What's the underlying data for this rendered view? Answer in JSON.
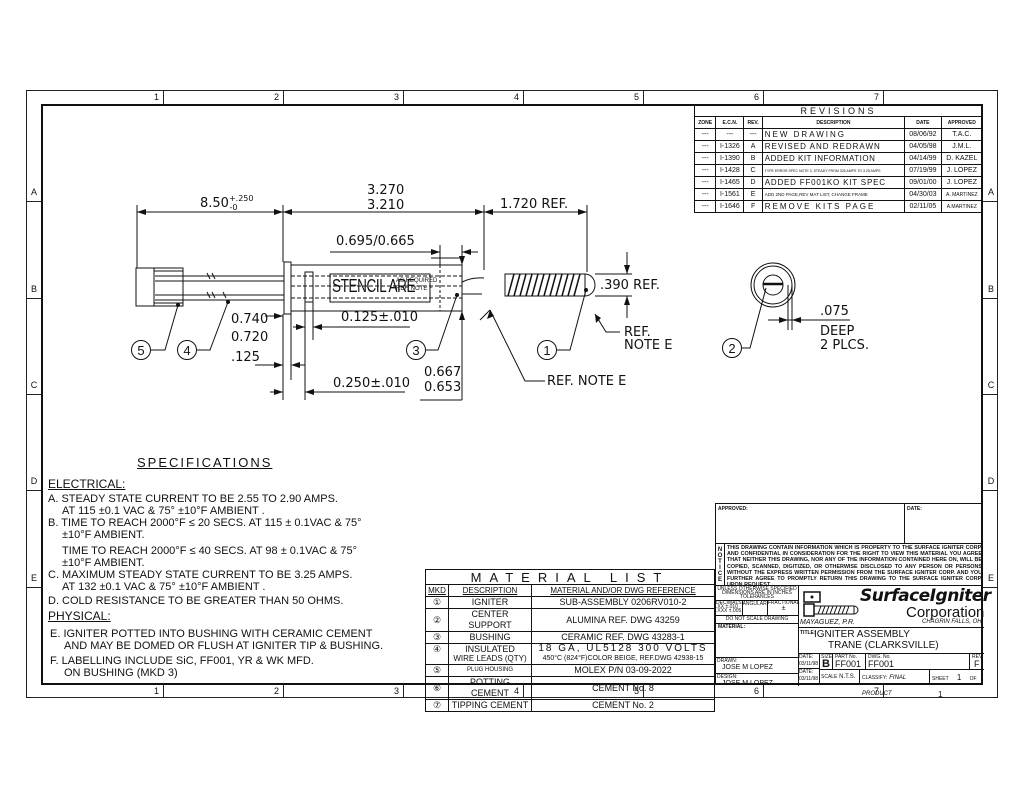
{
  "drawing": {
    "zones": {
      "columns": [
        "1",
        "2",
        "3",
        "4",
        "5",
        "6",
        "7"
      ],
      "rows": [
        "A",
        "B",
        "C",
        "D",
        "E"
      ]
    },
    "dimensions": {
      "lead_length": "8.50",
      "lead_length_tol_plus": "+.250",
      "lead_length_tol_minus": "-0",
      "overall_max": "3.270",
      "overall_min": "3.210",
      "tip_ref": "1.720 REF.",
      "bushing_len": "0.695/0.665",
      "diameter_ref": ".390 REF.",
      "flange_max": "0.740",
      "flange_min": "0.720",
      "flange_thk": ".125",
      "groove_width": "0.125±.010",
      "groove_pos": "0.250±.010",
      "bushing_dia_max": "0.667",
      "bushing_dia_min": "0.653",
      "ref_note_e": "REF. NOTE E",
      "ref_note_e_tip_1": "REF.",
      "ref_note_e_tip_2": "NOTE E",
      "stencil_area": "STENCIL ARE",
      "stencil_note_1": "AS REQUIRED",
      "stencil_note_2": "REF. NOTE F",
      "slot_depth": ".075",
      "slot_label_1": "DEEP",
      "slot_label_2": "2 PLCS."
    },
    "balloons": [
      "1",
      "2",
      "3",
      "4",
      "5"
    ]
  },
  "revisions": {
    "title": "REVISIONS",
    "headers": [
      "ZONE",
      "E.C.N.",
      "REV.",
      "DESCRIPTION",
      "DATE",
      "APPROVED"
    ],
    "rows": [
      {
        "zone": "---",
        "ecn": "---",
        "rev": "---",
        "desc": "NEW DRAWING",
        "date": "08/06/92",
        "approved": "T.A.C."
      },
      {
        "zone": "---",
        "ecn": "I-1326",
        "rev": "A",
        "desc": "REVISED AND REDRAWN",
        "date": "04/05/98",
        "approved": "J.M.L."
      },
      {
        "zone": "---",
        "ecn": "I-1390",
        "rev": "B",
        "desc": "ADDED KIT INFORMATION",
        "date": "04/14/99",
        "approved": "D. KAZEL"
      },
      {
        "zone": "---",
        "ecn": "I-1428",
        "rev": "C",
        "desc": "TYPE ERROR SPEC NOTE 3, STEADY FROM 325 AMPS TO 3.25 AMPS",
        "date": "07/19/99",
        "approved": "J. LOPEZ"
      },
      {
        "zone": "---",
        "ecn": "I-1465",
        "rev": "D",
        "desc": "ADDED FF001KO KIT SPEC",
        "date": "09/01/00",
        "approved": "J. LOPEZ"
      },
      {
        "zone": "---",
        "ecn": "I-1561",
        "rev": "E",
        "desc": "ADD 2ND PAGE,REV MAT LIST, CHANGE FRAME",
        "date": "04/30/03",
        "approved": "A. MARTINEZ"
      },
      {
        "zone": "---",
        "ecn": "I-1646",
        "rev": "F",
        "desc": "REMOVE KITS PAGE",
        "date": "02/11/05",
        "approved": "A.MARTINEZ"
      }
    ]
  },
  "specifications": {
    "title": "SPECIFICATIONS",
    "electrical_heading": "ELECTRICAL:",
    "physical_heading": "PHYSICAL:",
    "items": {
      "A1": "A. STEADY STATE CURRENT TO BE 2.55 TO 2.90 AMPS.",
      "A2": "AT 115 ±0.1 VAC & 75° ±10°F AMBIENT .",
      "B1": "B. TIME TO REACH 2000°F ≤ 20 SECS. AT 115 ± 0.1VAC & 75°",
      "B2": "±10°F AMBIENT.",
      "B3": "TIME TO REACH 2000°F ≤ 40 SECS. AT 98 ± 0.1VAC & 75°",
      "B4": "±10°F AMBIENT.",
      "C1": "C. MAXIMUM STEADY STATE CURRENT TO BE 3.25 AMPS.",
      "C2": "AT 132 ±0.1 VAC & 75° ±10°F AMBIENT .",
      "D1": "D. COLD RESISTANCE TO BE GREATER THAN 50 OHMS.",
      "E1": "E. IGNITER POTTED INTO BUSHING WITH CERAMIC CEMENT",
      "E2": "AND MAY BE DOMED OR FLUSH AT IGNITER TIP & BUSHING.",
      "F1": "F. LABELLING INCLUDE SiC, FF001, YR & WK MFD.",
      "F2": "ON BUSHING (MKD 3)"
    }
  },
  "material_list": {
    "title": "MATERIAL LIST",
    "headers": [
      "MKD",
      "DESCRIPTION",
      "MATERIAL AND/OR DWG REFERENCE"
    ],
    "rows": [
      {
        "mkd": "①",
        "desc": "IGNITER",
        "ref": "SUB-ASSEMBLY 0206RV010-2"
      },
      {
        "mkd": "②",
        "desc": "CENTER SUPPORT",
        "ref": "ALUMINA REF. DWG 43259"
      },
      {
        "mkd": "③",
        "desc": "BUSHING",
        "ref": "CERAMIC REF. DWG 43283-1"
      },
      {
        "mkd": "④",
        "desc": "INSULATED",
        "desc2": "WIRE LEADS (QTY)",
        "ref": "18 GA, UL5128 300 VOLTS",
        "ref2": "450°C (824°F)COLOR BEIGE, REF.DWG 42938-15"
      },
      {
        "mkd": "⑤",
        "desc": "PLUG HOUSING",
        "ref": "MOLEX P/N 03-09-2022"
      },
      {
        "mkd": "⑥",
        "desc": "POTTING CEMENT",
        "ref": "CEMENT No. 8"
      },
      {
        "mkd": "⑦",
        "desc": "TIPPING CEMENT",
        "ref": "CEMENT No. 2"
      }
    ]
  },
  "title_block": {
    "approved_label": "APPROVED:",
    "date_label": "DATE:",
    "notice_label": "NOTICE",
    "notice_text": "THIS DRAWING CONTAIN INFORMATION WHICH IS PROPERTY TO THE SURFACE IGNITER CORP. AND CONFIDENTIAL IN CONSIDERATION FOR THE RIGHT TO VIEW THIS MATERIAL YOU AGREE THAT NEITHER THIS DRAWING, NOR ANY OF THE INFORMATION CONTAINED HERE ON, WILL BE COPIED, SCANNED, DIGITIZED, OR OTHERWISE DISCLOSED TO ANY PERSON OR PERSONS WITHOUT THE EXPRESS WRITTEN PERMISSION FROM THE SURFACE IGNITER CORP. AND YOU FURTHER AGREE TO PROMPTLY RETURN THIS DRAWING TO THE SURFACE IGNITER CORP. UPON REQUEST.",
    "tolerances_header": "UNLESS OTHERWISE SPECIFIED DIMENSIONS ARE IN INCHES TOLERANCES",
    "decimals_label": "DECIMALS",
    "decimals_xx": ".XX ±.010",
    "decimals_xxx": ".XXX ±.005",
    "angular_label": "ANGULAR",
    "fractional_label": "FRACTIONAL",
    "fractional_value": "±",
    "no_scale": "DO NOT SCALE DRAWING",
    "material_label": "MATERIAL:",
    "company_name_1": "SurfaceIgniter",
    "company_name_2": "Corporation",
    "location_left": "MAYAGUEZ, P.R.",
    "location_right": "CHAGRIN FALLS, OH.",
    "title_label": "TITLE:",
    "title_line1": "IGNITER ASSEMBLY",
    "title_line2": "TRANE (CLARKSVILLE)",
    "drawn_label": "DRAWN:",
    "drawn_by": "JOSE M LOPEZ",
    "drawn_date_label": "DATE:",
    "drawn_date": "03/11/98",
    "design_label": "DESIGN:",
    "design_by": "JOSE M LOPEZ",
    "design_date": "03/11/98",
    "size_label": "SIZE",
    "size": "B",
    "part_no_label": "PART No.",
    "part_no": "FF001",
    "dwg_no_label": "DWG. No.",
    "dwg_no": "FF001",
    "rev_label": "REV",
    "rev": "F",
    "scale_label": "SCALE",
    "scale": "N.T.S.",
    "classify_label": "CLASSIFY:",
    "classify": "FINAL PRODUCT",
    "sheet_label": "SHEET",
    "sheet": "1",
    "of_label": "OF",
    "of": "1"
  }
}
